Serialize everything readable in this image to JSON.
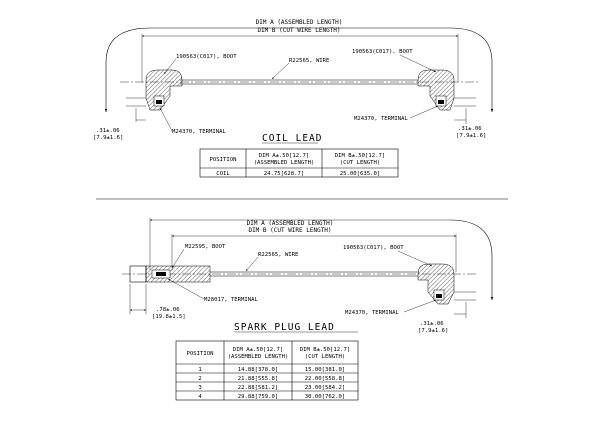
{
  "coil": {
    "dim_a": "DIM A (ASSEMBLED LENGTH)",
    "dim_b": "DIM B (CUT WIRE LENGTH)",
    "boot_left": "190563(C017), BOOT",
    "boot_right": "190563(C017), BOOT",
    "wire": "R22565, WIRE",
    "terminal_left": "M24370, TERMINAL",
    "terminal_right": "M24370, TERMINAL",
    "dim_left_1": ".31±.06",
    "dim_left_2": "[7.9±1.6]",
    "dim_right_1": ".31±.06",
    "dim_right_2": "[7.9±1.6]",
    "title": "COIL LEAD",
    "table": {
      "h_position": "POSITION",
      "h_dima_1": "DIM A±.50[12.7]",
      "h_dima_2": "(ASSEMBLED LENGTH)",
      "h_dimb_1": "DIM B±.50[12.7]",
      "h_dimb_2": "(CUT LENGTH)",
      "rows": [
        {
          "position": "COIL",
          "dim_a": "24.75[628.7]",
          "dim_b": "25.00[635.0]"
        }
      ]
    }
  },
  "spark": {
    "dim_a": "DIM A (ASSEMBLED LENGTH)",
    "dim_b": "DIM B (CUT WIRE LENGTH)",
    "boot_left": "M22595, BOOT",
    "boot_right": "190563(C017), BOOT",
    "wire": "R22565, WIRE",
    "terminal_left": "M28017, TERMINAL",
    "terminal_right": "M24370, TERMINAL",
    "dim_left_1": ".78±.06",
    "dim_left_2": "[19.8±1.5]",
    "dim_right_1": ".31±.06",
    "dim_right_2": "[7.9±1.6]",
    "title": "SPARK PLUG LEAD",
    "table": {
      "h_position": "POSITION",
      "h_dima_1": "DIM A±.50[12.7]",
      "h_dima_2": "(ASSEMBLED LENGTH)",
      "h_dimb_1": "DIM B±.50[12.7]",
      "h_dimb_2": "(CUT LENGTH)",
      "rows": [
        {
          "position": "1",
          "dim_a": "14.88[378.0]",
          "dim_b": "15.00[381.0]"
        },
        {
          "position": "2",
          "dim_a": "21.88[555.8]",
          "dim_b": "22.00[558.8]"
        },
        {
          "position": "3",
          "dim_a": "22.88[581.2]",
          "dim_b": "23.00[584.2]"
        },
        {
          "position": "4",
          "dim_a": "29.88[759.0]",
          "dim_b": "30.00[762.0]"
        }
      ]
    }
  }
}
